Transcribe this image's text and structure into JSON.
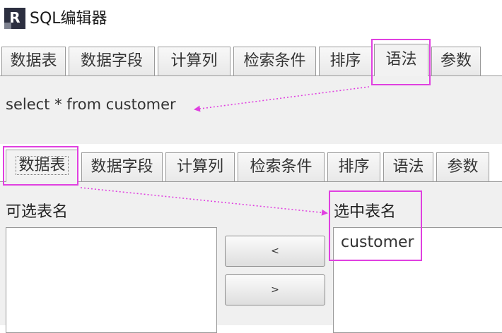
{
  "window": {
    "title": "SQL编辑器",
    "icon_letter": "R"
  },
  "top_tabs": [
    "数据表",
    "数据字段",
    "计算列",
    "检索条件",
    "排序",
    "语法",
    "参数"
  ],
  "top_active": "语法",
  "sql": {
    "text": "select * from customer"
  },
  "sub_tabs": [
    "数据表",
    "数据字段",
    "计算列",
    "检索条件",
    "排序",
    "语法",
    "参数"
  ],
  "sub_active": "数据表",
  "tables": {
    "available_label": "可选表名",
    "selected_label": "选中表名",
    "available": [],
    "selected": [
      "customer"
    ],
    "move_left_label": "<",
    "move_right_label": ">"
  },
  "annotation_color": "#e040e0"
}
